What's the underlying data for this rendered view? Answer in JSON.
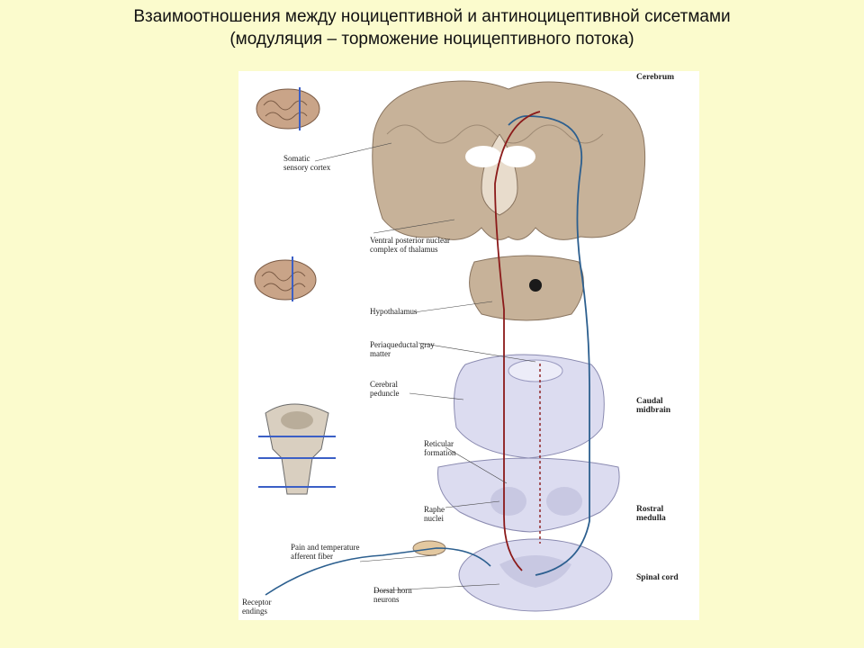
{
  "title": {
    "line1": "Взаимоотношения между ноцицептивной и антиноцицептивной сисетмами",
    "line2": "(модуляция – торможение ноцицептивного потока)"
  },
  "labels": {
    "cerebrum": "Cerebrum",
    "somatic_cortex": "Somatic\nsensory cortex",
    "thalamus": "Ventral posterior nuclear\ncomplex of thalamus",
    "hypothalamus": "Hypothalamus",
    "pag": "Periaqueductal gray\nmatter",
    "cerebral_peduncle": "Cerebral\npeduncle",
    "caudal_midbrain": "Caudal\nmidbrain",
    "reticular": "Reticular\nformation",
    "raphe": "Raphe\nnuclei",
    "rostral_medulla": "Rostral\nmedulla",
    "afferent": "Pain and temperature\nafferent fiber",
    "spinal_cord": "Spinal cord",
    "dorsal_horn": "Dorsal horn\nneurons",
    "receptor": "Receptor\nendings"
  },
  "colors": {
    "background": "#fbfbcd",
    "tissue": "#c7b299",
    "brainstem": "#dcdcf0",
    "ascending_pathway": "#2c5f8f",
    "descending_pathway": "#8b1a1a"
  }
}
